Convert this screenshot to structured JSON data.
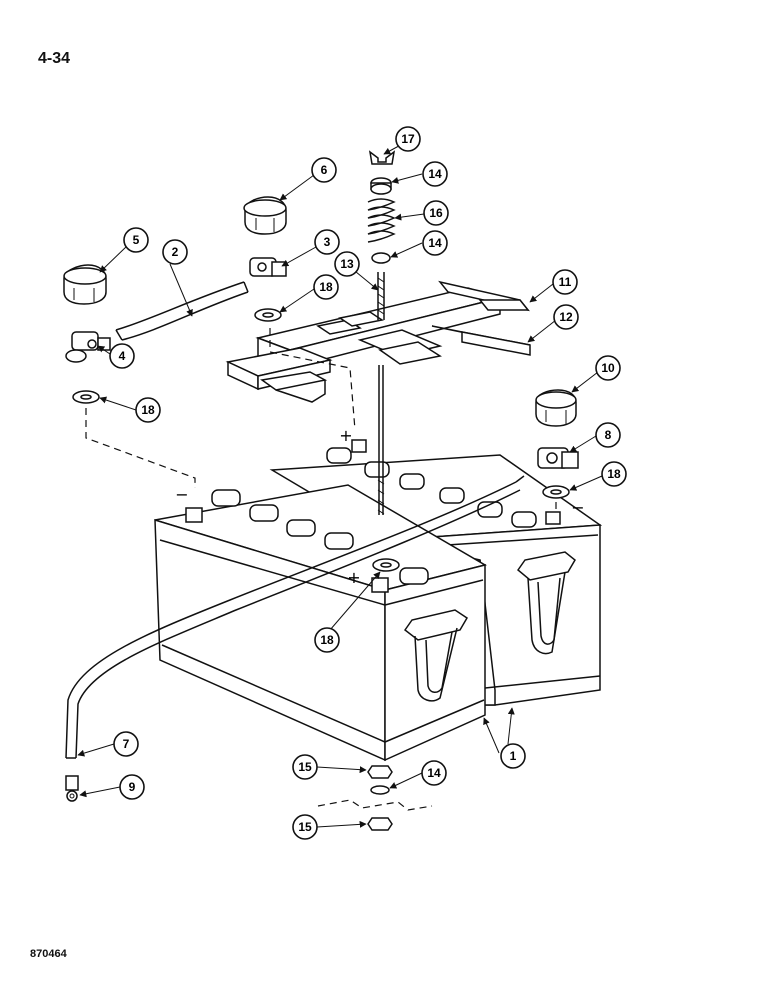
{
  "page_label": "4-34",
  "figure_code": "870464",
  "polarity": {
    "plus": "+",
    "minus": "−"
  },
  "callouts": [
    "1",
    "2",
    "3",
    "4",
    "5",
    "6",
    "7",
    "8",
    "9",
    "10",
    "11",
    "12",
    "13",
    "14",
    "15",
    "16",
    "17",
    "18"
  ]
}
